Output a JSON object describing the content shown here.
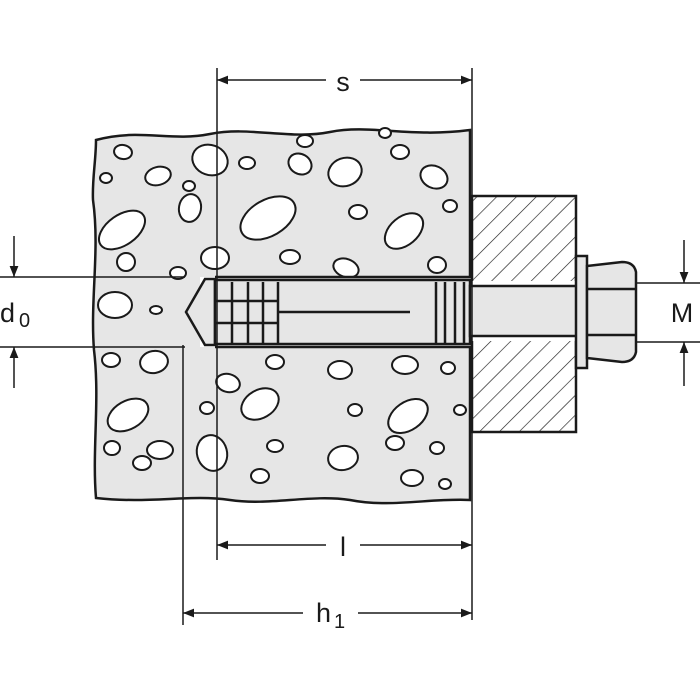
{
  "diagram": {
    "dimensions": {
      "s": "s",
      "d0_main": "d",
      "d0_sub": "0",
      "M": "M",
      "l": "l",
      "h1_main": "h",
      "h1_sub": "1"
    },
    "colors": {
      "line": "#1a1a1a",
      "fill": "#e6e6e6",
      "background": "#ffffff"
    }
  }
}
